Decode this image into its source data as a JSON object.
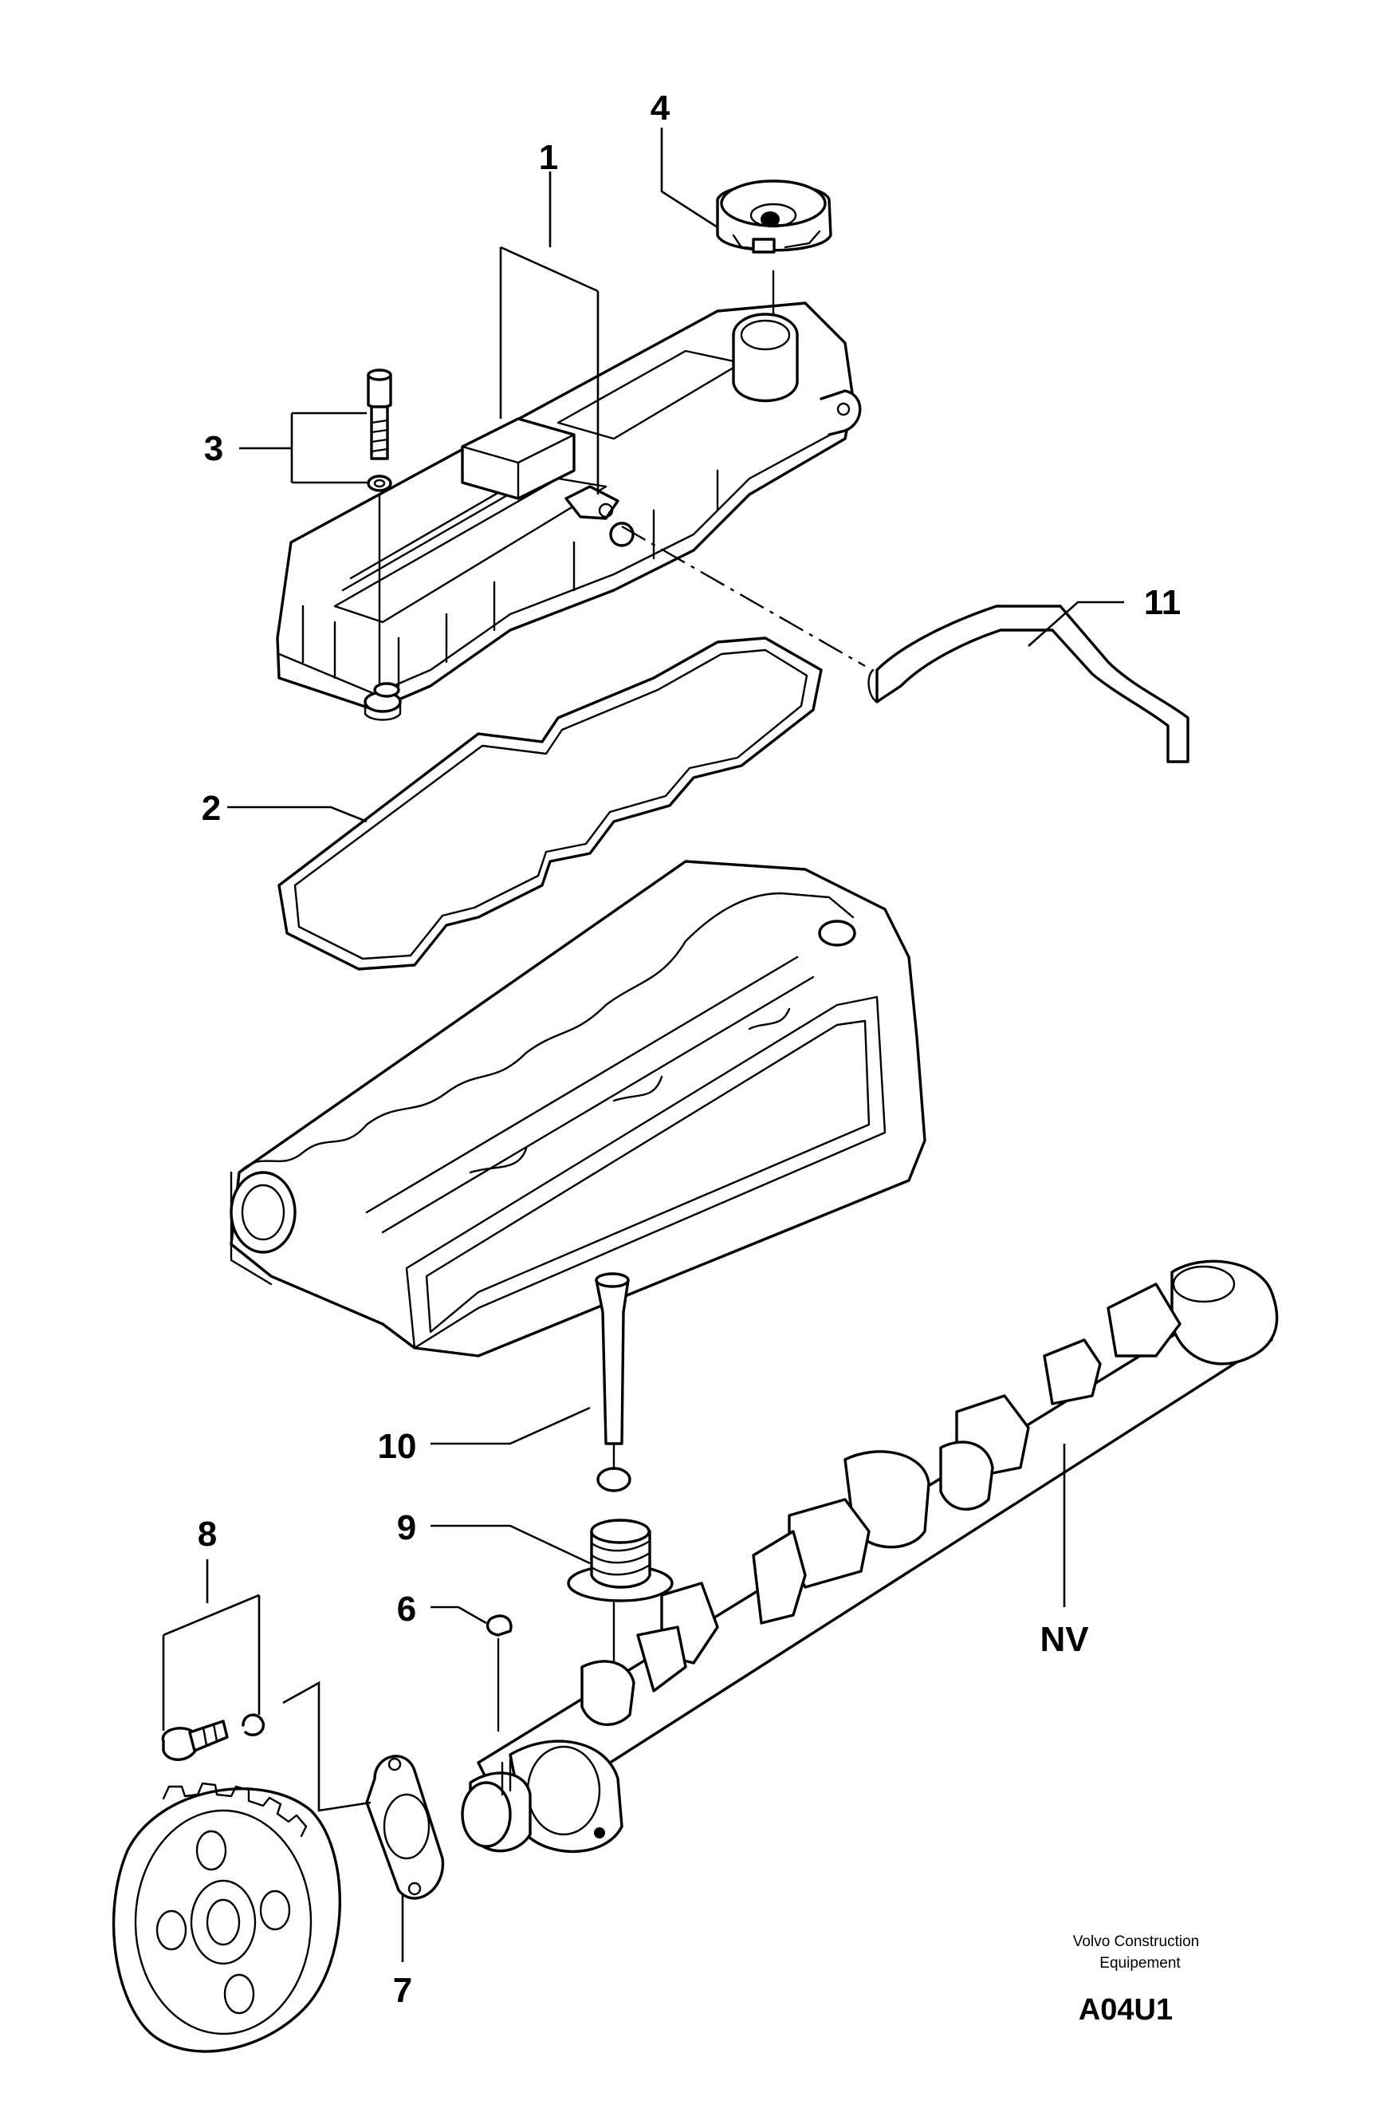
{
  "diagram": {
    "callouts": {
      "c1": "1",
      "c2": "2",
      "c3": "3",
      "c4": "4",
      "c6": "6",
      "c7": "7",
      "c8": "8",
      "c9": "9",
      "c10": "10",
      "c11": "11",
      "nv": "NV"
    },
    "footer": {
      "company_line1": "Volvo Construction",
      "company_line2": "Equipement",
      "code": "A04U1"
    }
  }
}
